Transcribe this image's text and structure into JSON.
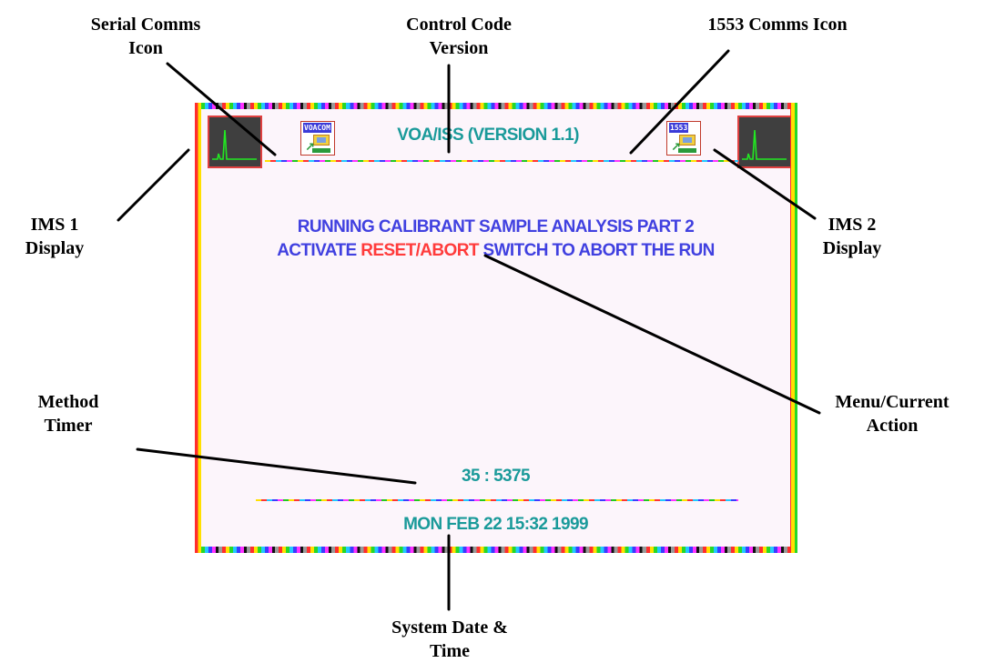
{
  "callouts": {
    "serial_comms_icon": [
      "Serial Comms",
      "Icon"
    ],
    "control_code_version": [
      "Control Code",
      "Version"
    ],
    "comms_1553_icon": "1553 Comms Icon",
    "ims1_display": [
      "IMS 1",
      "Display"
    ],
    "ims2_display": [
      "IMS 2",
      "Display"
    ],
    "method_timer": [
      "Method",
      "Timer"
    ],
    "menu_current_action": [
      "Menu/Current",
      "Action"
    ],
    "system_date_time": [
      "System Date &",
      "Time"
    ]
  },
  "screen": {
    "title": "VOA/ISS (VERSION 1.1)",
    "serial_icon_tag": "VOACOM",
    "comms_1553_icon_tag": "1553",
    "message_line1": "RUNNING CALIBRANT SAMPLE ANALYSIS PART 2",
    "message_line2_prefix": "ACTIVATE ",
    "message_line2_highlight": "RESET/ABORT",
    "message_line2_suffix": " SWITCH TO ABORT THE RUN",
    "method_timer": "35 : 5375",
    "date_time": "MON FEB 22 15:32 1999"
  },
  "colors": {
    "screen_background": "#fcf5fb",
    "teal_text": "#1a9a9a",
    "blue_text": "#4040e0",
    "highlight_red": "#ff3b3b",
    "ims_trace": "#22e822",
    "ims_background": "#3f3f3f",
    "leader_lines": "#000000"
  },
  "icons": {
    "ims_display": "ims-waveform-icon",
    "serial_comms": "serial-comms-icon",
    "comms_1553": "comms-1553-icon"
  }
}
